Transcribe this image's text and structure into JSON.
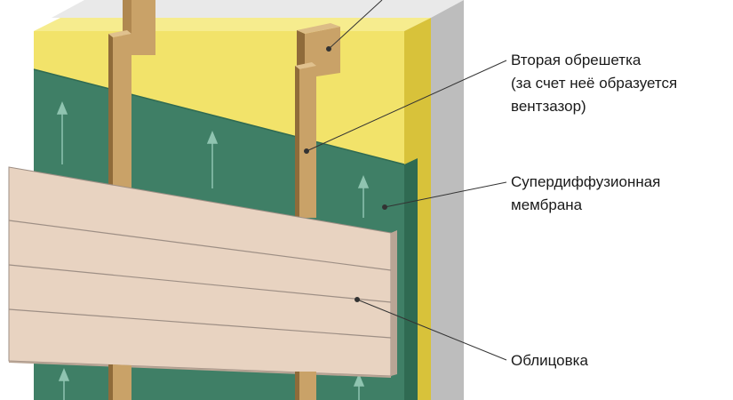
{
  "labels": {
    "second_battens": [
      "Вторая обрешетка",
      "(за счет неё образуется",
      "вентзазор)"
    ],
    "membrane": [
      "Супердиффузионная",
      "мембрана"
    ],
    "cladding": [
      "Облицовка"
    ]
  },
  "colors": {
    "wall_top": "#e9e9e9",
    "wall_front": "#d6d6d6",
    "wall_side": "#bdbdbd",
    "insulation_yellow": "#f2e36a",
    "insulation_top": "#f6ec8e",
    "insulation_side": "#d8c23a",
    "membrane_green": "#3f7f66",
    "membrane_arrow": "#8fc4b0",
    "batten_wood": "#c9a268",
    "batten_dark": "#8f6b3a",
    "cladding_face": "#e8d3c1",
    "cladding_line": "#9e8f85",
    "leader": "#333333"
  }
}
